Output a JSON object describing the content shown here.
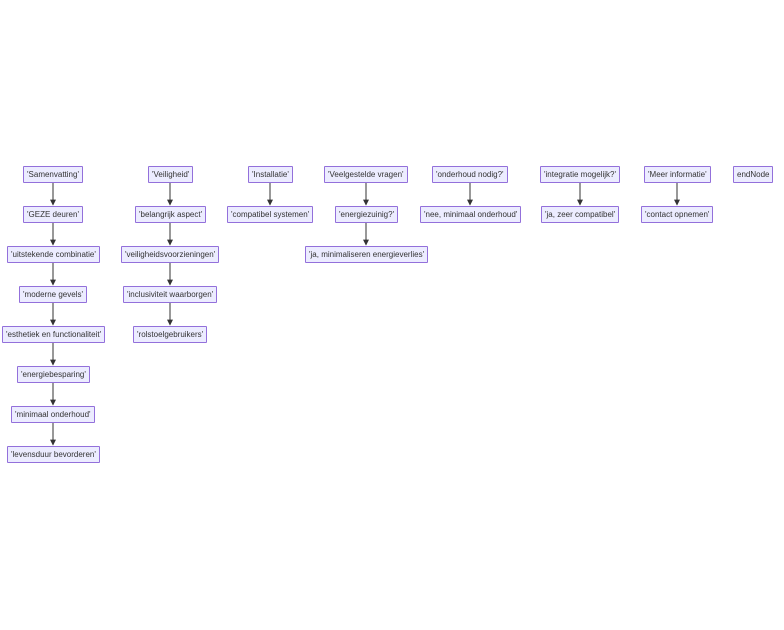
{
  "diagram": {
    "colors": {
      "node_fill": "#ececff",
      "node_stroke": "#9370db",
      "edge": "#333333",
      "text": "#333333"
    },
    "columns": [
      [
        "'Samenvatting'",
        "'GEZE deuren'",
        "'uitstekende combinatie'",
        "'moderne gevels'",
        "'esthetiek en functionaliteit'",
        "'energiebesparing'",
        "'minimaal onderhoud'",
        "'levensduur bevorderen'"
      ],
      [
        "'Veiligheid'",
        "'belangrijk aspect'",
        "'veiligheidsvoorzieningen'",
        "'inclusiviteit waarborgen'",
        "'rolstoelgebruikers'"
      ],
      [
        "'Installatie'",
        "'compatibel systemen'"
      ],
      [
        "'Veelgestelde vragen'",
        "'energiezuinig?'",
        "'ja, minimaliseren energieverlies'"
      ],
      [
        "'onderhoud nodig?'",
        "'nee, minimaal onderhoud'"
      ],
      [
        "'integratie mogelijk?'",
        "'ja, zeer compatibel'"
      ],
      [
        "'Meer informatie'",
        "'contact opnemen'"
      ],
      [
        "endNode"
      ]
    ]
  }
}
